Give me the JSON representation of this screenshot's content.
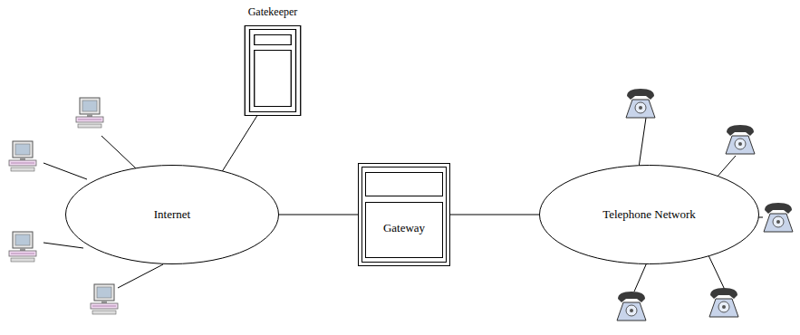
{
  "diagram": {
    "nodes": [
      {
        "text": [
          "Gatekeeper"
        ]
      },
      {
        "text": [
          "Internet"
        ]
      },
      {
        "text": [
          "Gateway"
        ]
      },
      {
        "text": [
          "Telephone Network"
        ]
      }
    ],
    "edges": [
      {
        "from": 0,
        "to": 1,
        "arrow": "none"
      },
      {
        "from": 1,
        "to": 2,
        "arrow": "none"
      },
      {
        "from": 2,
        "to": 3,
        "arrow": "none"
      }
    ]
  }
}
